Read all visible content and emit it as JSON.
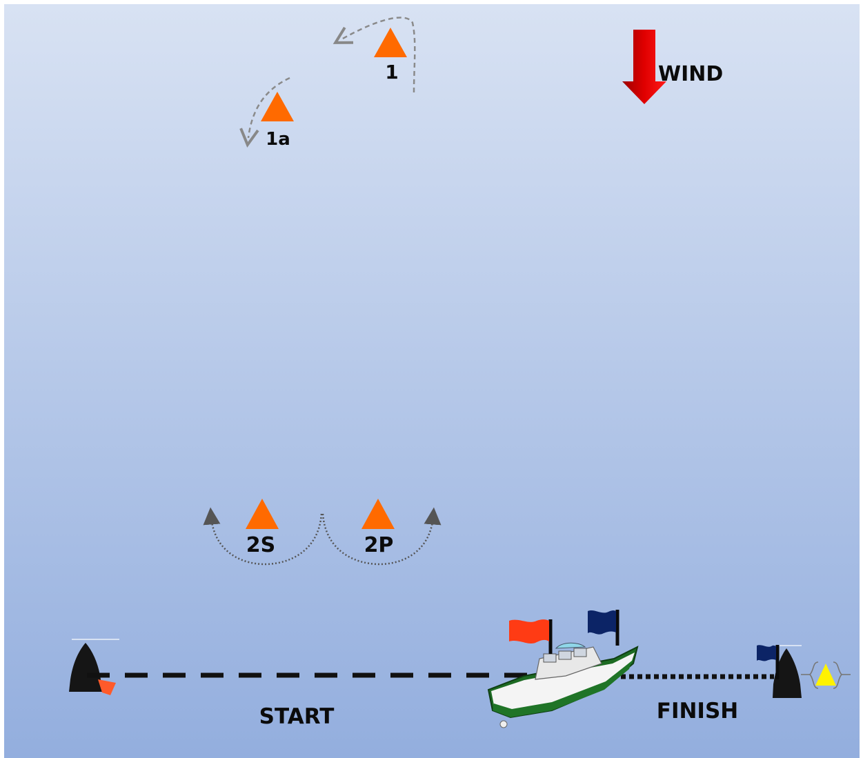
{
  "wind": {
    "label": "WIND",
    "arrow_color": "#e10000"
  },
  "marks": {
    "m1": "1",
    "m1a": "1a",
    "m2s": "2S",
    "m2p": "2P",
    "color": "#ff6a00"
  },
  "lines": {
    "start_label": "START",
    "finish_label": "FINISH"
  },
  "flags": {
    "start_flag_color": "#ff3b14",
    "finish_flag_color": "#0c2466"
  },
  "colors": {
    "water_top": "#d8e2f3",
    "water_bottom": "#93aede",
    "yellow_buoy": "#fff200"
  }
}
